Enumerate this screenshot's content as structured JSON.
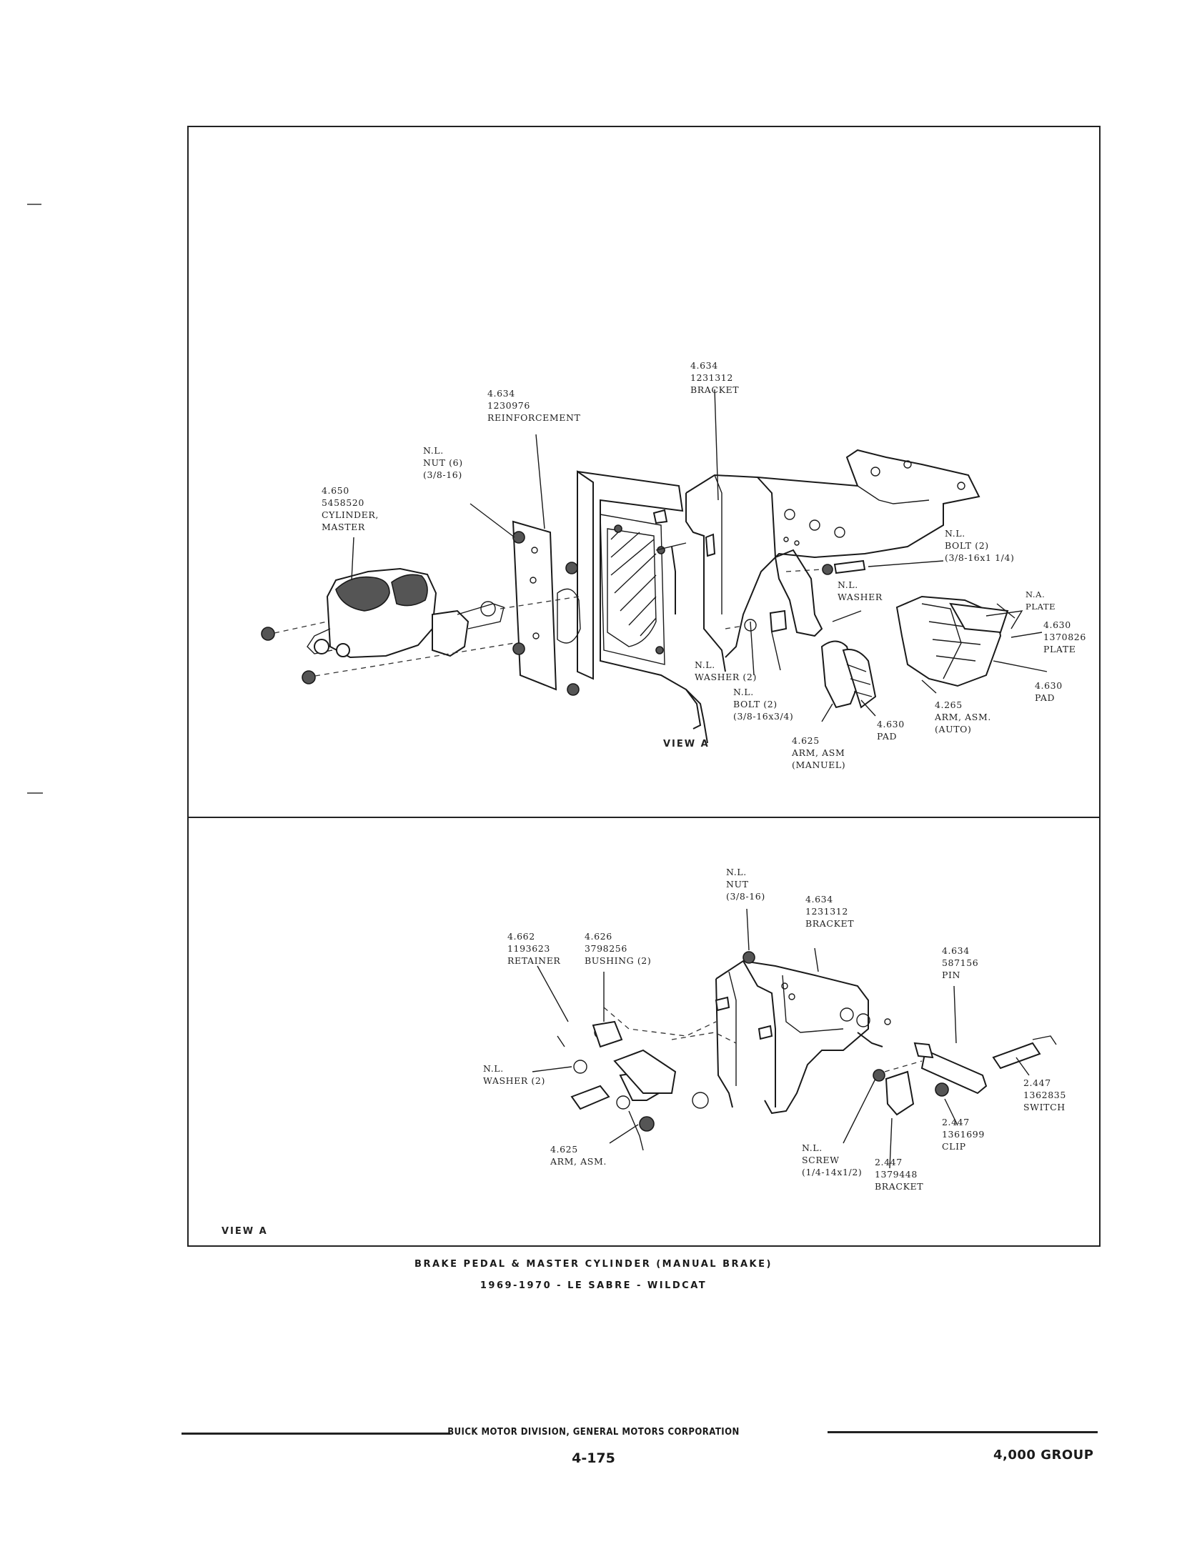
{
  "diagram": {
    "top_labels": {
      "bracket": "4.634\n1231312\nBRACKET",
      "reinforcement": "4.634\n1230976\nREINFORCEMENT",
      "nut": "N.L.\nNUT (6)\n(3/8-16)",
      "cylinder": "4.650\n5458520\nCYLINDER,\nMASTER",
      "bolt_upper": "N.L.\nBOLT (2)\n(3/8-16x1 1/4)",
      "washer_right": "N.L.\nWASHER",
      "plate_na": "N.A.\nPLATE",
      "plate": "4.630\n1370826\nPLATE",
      "washer_lower": "N.L.\nWASHER (2)",
      "bolt_lower": "N.L.\nBOLT (2)\n(3/8-16x3/4)",
      "pad_auto": "4.630\nPAD",
      "arm_auto": "4.265\nARM, ASM.\n(AUTO)",
      "pad_manual": "4.630\nPAD",
      "arm_manual": "4.625\nARM, ASM\n(MANUEL)",
      "view_a": "VIEW A"
    },
    "bottom_labels": {
      "nut": "N.L.\nNUT\n(3/8-16)",
      "bracket": "4.634\n1231312\nBRACKET",
      "retainer": "4.662\n1193623\nRETAINER",
      "bushing": "4.626\n3798256\nBUSHING (2)",
      "pin": "4.634\n587156\nPIN",
      "washer": "N.L.\nWASHER (2)",
      "switch": "2.447\n1362835\nSWITCH",
      "clip": "2.447\n1361699\nCLIP",
      "arm": "4.625\nARM, ASM.",
      "screw": "N.L.\nSCREW\n(1/4-14x1/2)",
      "bracket_switch": "2.447\n1379448\nBRACKET",
      "view_a": "VIEW A"
    }
  },
  "caption": {
    "line1": "BRAKE PEDAL & MASTER CYLINDER (MANUAL BRAKE)",
    "line2": "1969-1970 - LE SABRE - WILDCAT"
  },
  "footer": {
    "corporation": "BUICK MOTOR DIVISION, GENERAL MOTORS CORPORATION",
    "page": "4-175",
    "group": "4,000 GROUP"
  }
}
